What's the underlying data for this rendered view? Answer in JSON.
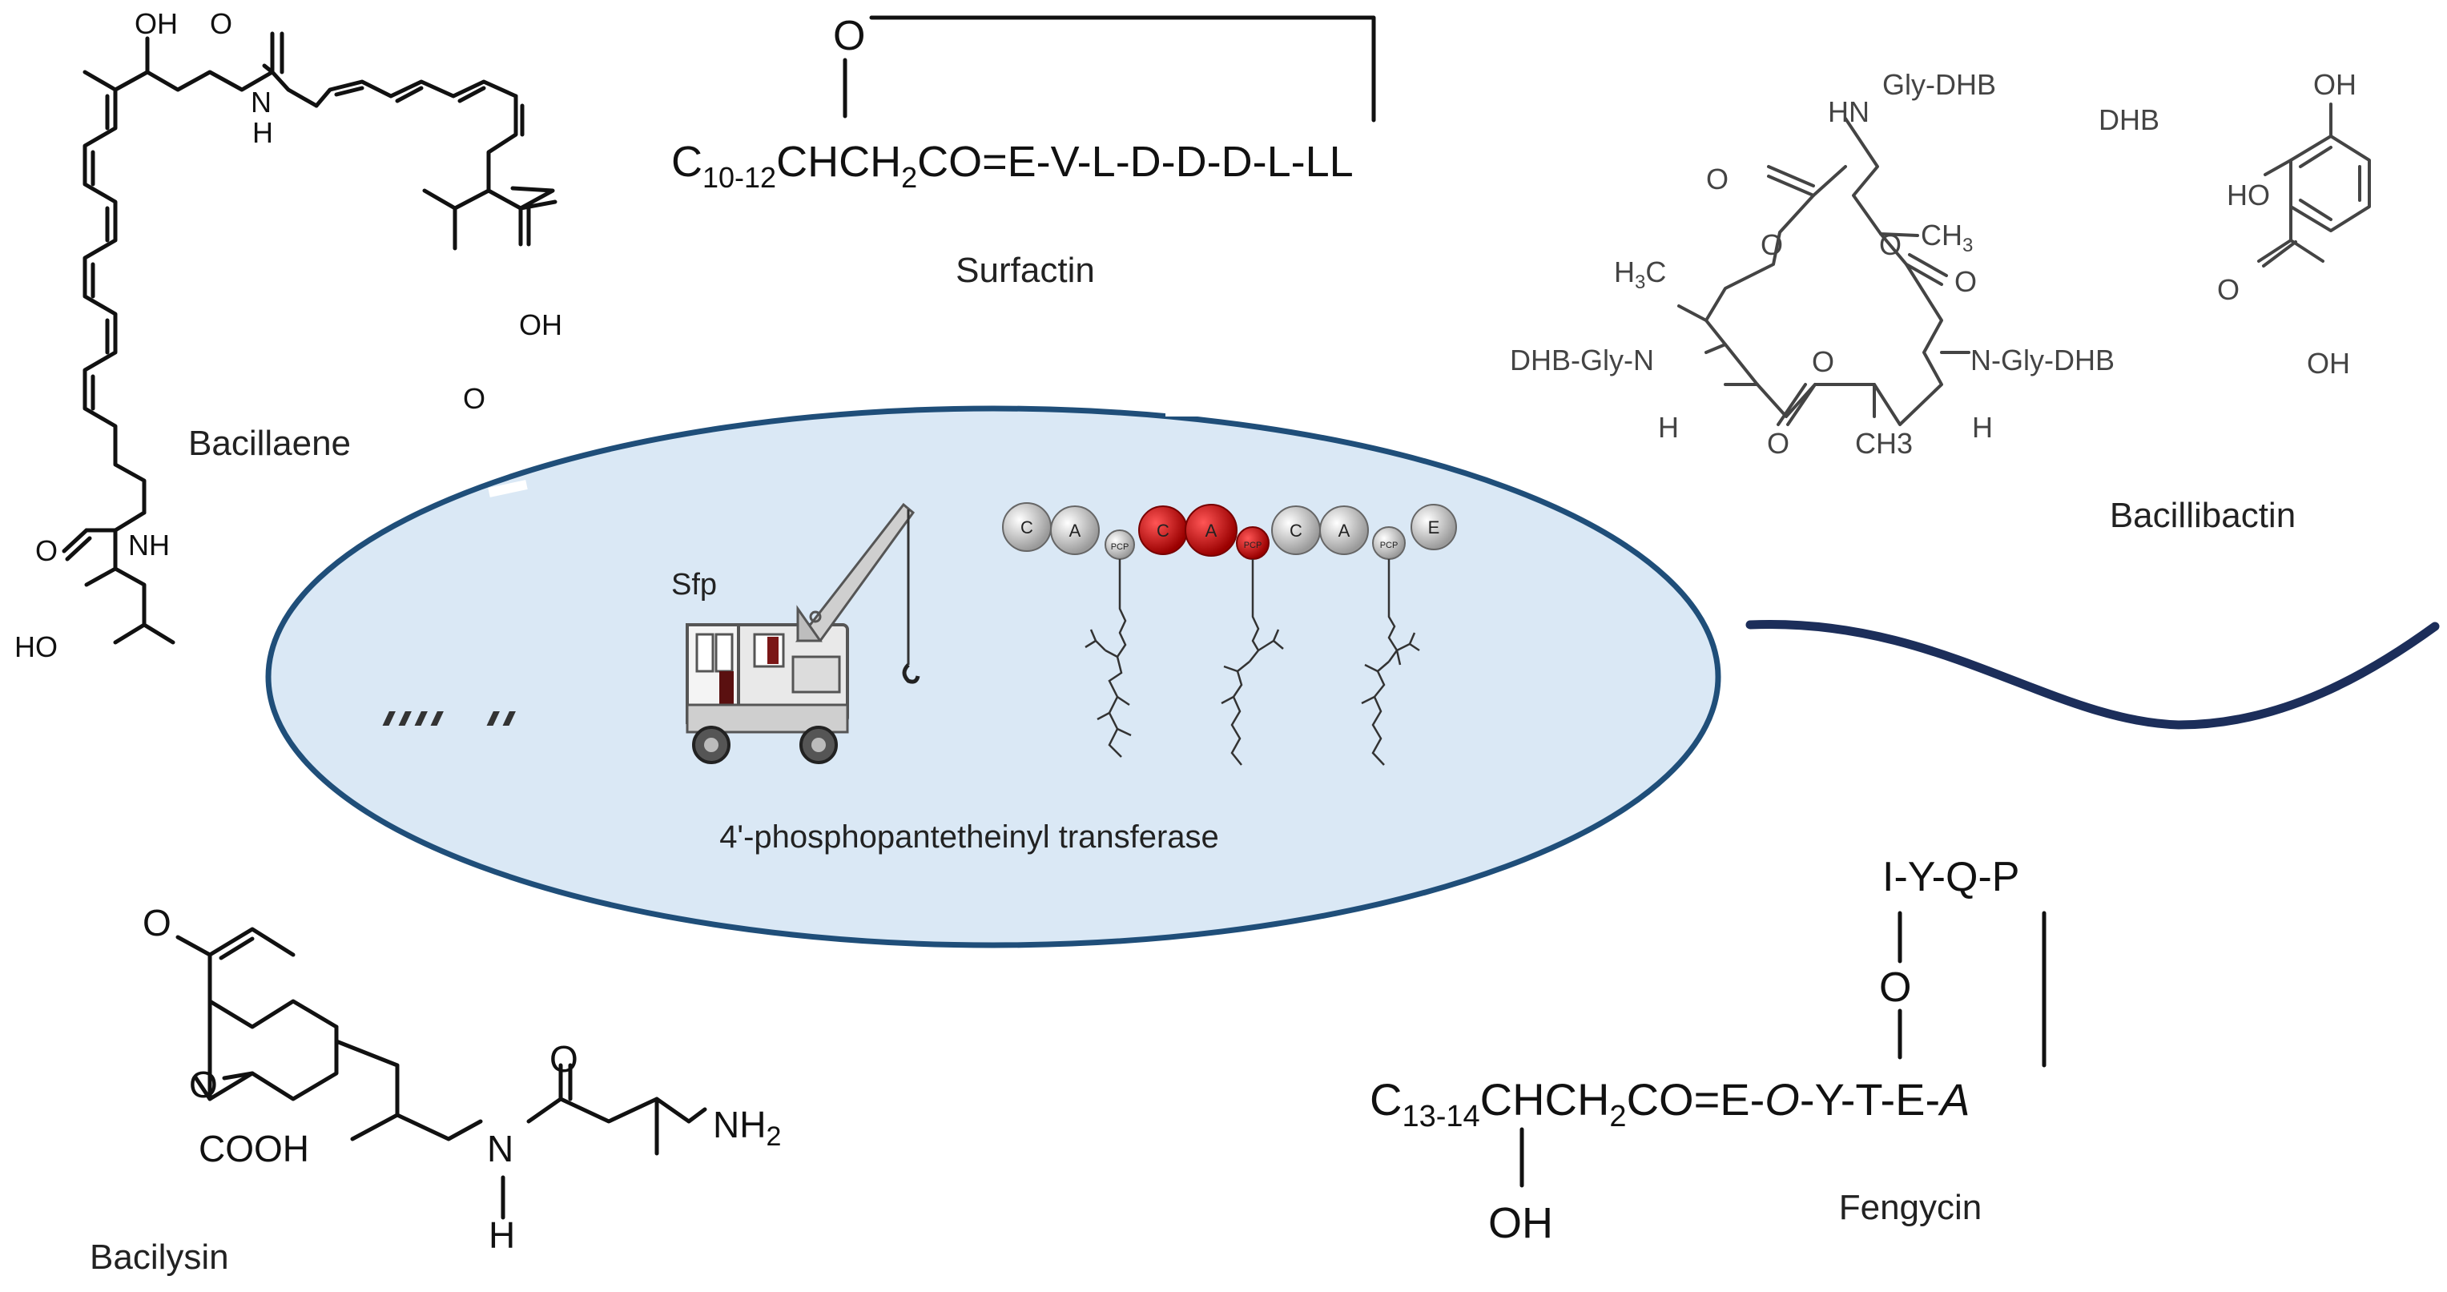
{
  "labels": {
    "bacillaene": "Bacillaene",
    "surfactin": "Surfactin",
    "bacillibactin": "Bacillibactin",
    "bacilysin": "Bacilysin",
    "fengycin": "Fengycin",
    "sfp": "Sfp",
    "transferase": "4'-phosphopantetheinyl transferase"
  },
  "surfactin": {
    "oxygen": "O",
    "carbon": "C",
    "carbon_sub": "10-12",
    "chain_a": "CHCH",
    "chain_sub": "2",
    "sequence": "CO=E-V-L-D-D-D-L-LL"
  },
  "fengycin": {
    "ring_top": "I-Y-Q-P",
    "oxygen": "O",
    "carbon": "C",
    "carbon_sub": "13-14",
    "chain_a": "CHCH",
    "chain_sub": "2",
    "sequence_start": "CO=E-",
    "orn": "O",
    "sequence_mid": "-Y-T-E-",
    "ala": "A",
    "hydroxyl": "OH"
  },
  "bacillaene_atoms": {
    "oh_top": "OH",
    "o_carbonyl": "O",
    "n1": "N",
    "h1": "H",
    "oh_acid": "OH",
    "o_acid": "O",
    "o2": "O",
    "nh2": "NH",
    "ho": "HO"
  },
  "bacillibactin_atoms": {
    "hn_gly": "HN",
    "gly_top": "Gly-DHB",
    "o1": "O",
    "ch3_a": "CH",
    "ch3_a_sub": "3",
    "h3c": "H",
    "h3c_sub": "3",
    "h3c_c": "C",
    "o2": "O",
    "o3": "O",
    "o4": "O",
    "dhb_gly": "DHB-Gly-N",
    "n_gly": "N-Gly-DHB",
    "h_left": "H",
    "h_right": "H",
    "o5": "O",
    "o6": "O",
    "ch3_b": "CH3",
    "dhb_label": "DHB",
    "oh1": "OH",
    "ho1": "HO",
    "o7": "O",
    "oh2": "OH"
  },
  "bacilysin_atoms": {
    "o_ketone": "O",
    "o_epoxide": "O",
    "cooh": "COOH",
    "n": "N",
    "h": "H",
    "o_amide": "O",
    "nh2": "NH",
    "nh2_sub": "2"
  },
  "nrps": {
    "modules": [
      "C",
      "A",
      "PCP",
      "C",
      "A",
      "PCP",
      "C",
      "A",
      "PCP",
      "E"
    ],
    "highlight_color": "#cc0000",
    "sphere_color": "#d7d7d7"
  },
  "colors": {
    "cell_fill": "#dae8f5",
    "cell_stroke": "#1f4e79",
    "flagellum": "#1c2e5a"
  }
}
